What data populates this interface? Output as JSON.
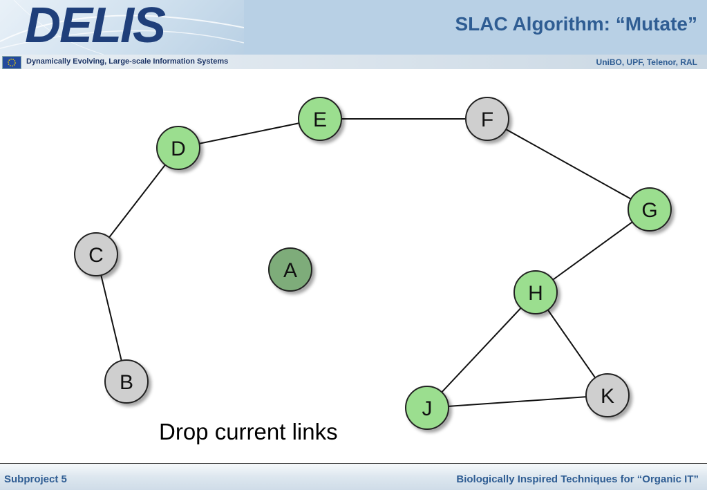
{
  "header": {
    "logo": "DELIS",
    "title": "SLAC Algorithm: “Mutate”",
    "tagline": "Dynamically Evolving, Large-scale Information Systems",
    "partners": "UniBO, UPF, Telenor, RAL"
  },
  "diagram": {
    "caption": "Drop current links",
    "colors": {
      "green": "#9bde8f",
      "grey": "#cfcfcf",
      "darkgreen": "#7eac7a",
      "edge": "#111111"
    },
    "nodes": [
      {
        "id": "A",
        "label": "A",
        "color": "darkgreen"
      },
      {
        "id": "B",
        "label": "B",
        "color": "grey"
      },
      {
        "id": "C",
        "label": "C",
        "color": "grey"
      },
      {
        "id": "D",
        "label": "D",
        "color": "green"
      },
      {
        "id": "E",
        "label": "E",
        "color": "green"
      },
      {
        "id": "F",
        "label": "F",
        "color": "grey"
      },
      {
        "id": "G",
        "label": "G",
        "color": "green"
      },
      {
        "id": "H",
        "label": "H",
        "color": "green"
      },
      {
        "id": "J",
        "label": "J",
        "color": "green"
      },
      {
        "id": "K",
        "label": "K",
        "color": "grey"
      }
    ],
    "edges": [
      [
        "B",
        "C"
      ],
      [
        "C",
        "D"
      ],
      [
        "D",
        "E"
      ],
      [
        "E",
        "F"
      ],
      [
        "F",
        "G"
      ],
      [
        "G",
        "H"
      ],
      [
        "H",
        "J"
      ],
      [
        "H",
        "K"
      ],
      [
        "J",
        "K"
      ]
    ]
  },
  "footer": {
    "left": "Subproject 5",
    "right": "Biologically Inspired Techniques for “Organic IT”"
  }
}
